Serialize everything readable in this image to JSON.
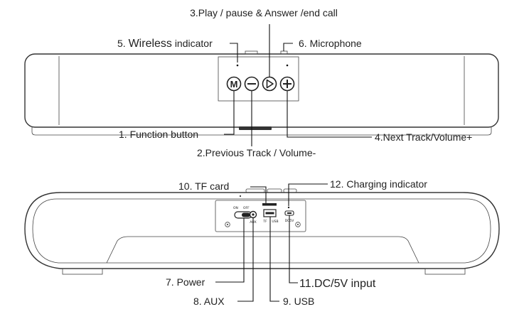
{
  "labels": {
    "play_pause": "3.Play / pause & Answer /end call",
    "wireless_indicator_num": "5.",
    "wireless_indicator_word": "Wireless",
    "wireless_indicator_rest": "indicator",
    "microphone": "6. Microphone",
    "function_button": "1. Function button",
    "previous_track": "2.Previous Track / Volume-",
    "next_track": "4.Next Track/Volume+",
    "tf_card": "10. TF card",
    "charging_indicator": "12. Charging indicator",
    "power": "7. Power",
    "aux": "8. AUX",
    "usb": "9. USB",
    "dc_input": "11.DC/5V input"
  },
  "buttons": {
    "mode": "M",
    "minus": "−",
    "plus": "+"
  },
  "panel": {
    "on": "ON",
    "off": "OFF",
    "aux": "AUX",
    "tf": "TF",
    "usb": "USB",
    "dc": "DC5V"
  }
}
